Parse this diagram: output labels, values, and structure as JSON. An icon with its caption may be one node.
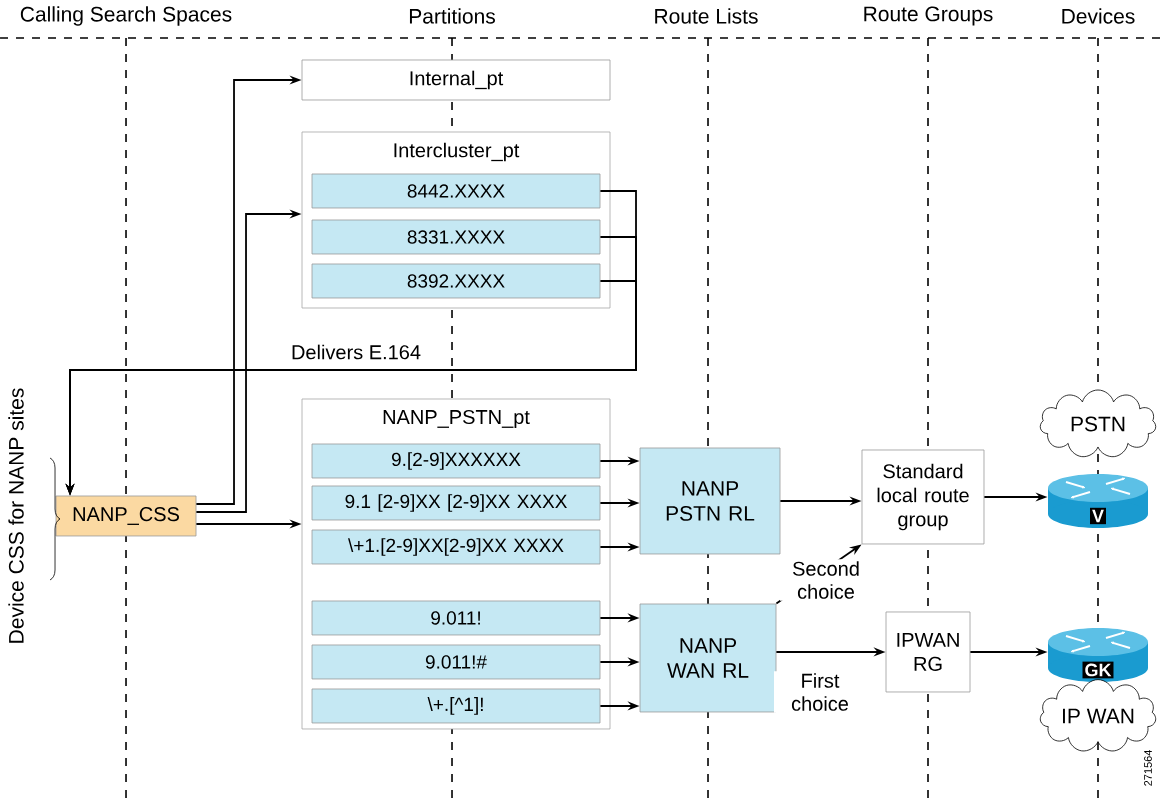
{
  "diagram": {
    "nodes": [
      {
        "text": [
          "NANP_CSS"
        ]
      },
      {
        "text": [
          "Internal_pt"
        ]
      },
      {
        "text": [
          "Intercluster_pt"
        ]
      },
      {
        "text": [
          "8442.XXXX"
        ],
        "in": 2
      },
      {
        "text": [
          "8331.XXXX"
        ],
        "in": 2
      },
      {
        "text": [
          "8392.XXXX"
        ],
        "in": 2
      },
      {
        "text": [
          "NANP_PSTN_pt"
        ]
      },
      {
        "text": [
          "9.[2-9]XXXXXX"
        ],
        "in": 6
      },
      {
        "text": [
          "9.1 [2-9]XX [2-9]XX XXXX"
        ],
        "in": 6
      },
      {
        "text": [
          "\\+1.[2-9]XX[2-9]XX XXXX"
        ],
        "in": 6
      },
      {
        "text": [
          "9.011!"
        ],
        "in": 6
      },
      {
        "text": [
          "9.011!#"
        ],
        "in": 6
      },
      {
        "text": [
          "\\+.[^1]!"
        ],
        "in": 6
      },
      {
        "text": [
          "NANP PSTN RL"
        ]
      },
      {
        "text": [
          "NANP WAN RL"
        ]
      },
      {
        "text": [
          "Standard local route group"
        ]
      },
      {
        "text": [
          "IPWAN RG"
        ]
      },
      {
        "text": [
          "PSTN"
        ]
      },
      {
        "text": [
          "V"
        ]
      },
      {
        "text": [
          "GK"
        ]
      },
      {
        "text": [
          "IP WAN"
        ]
      }
    ],
    "edges": [
      {
        "from": 0,
        "to": 1,
        "arrow": "to"
      },
      {
        "from": 0,
        "to": 2,
        "arrow": "to"
      },
      {
        "from": 0,
        "to": 6,
        "arrow": "to"
      },
      {
        "from": 3,
        "to": 0,
        "arrow": "to",
        "label": "Delivers E.164"
      },
      {
        "from": 4,
        "to": 0,
        "arrow": "to"
      },
      {
        "from": 5,
        "to": 0,
        "arrow": "to"
      },
      {
        "from": 7,
        "to": 13,
        "arrow": "to"
      },
      {
        "from": 8,
        "to": 13,
        "arrow": "to"
      },
      {
        "from": 9,
        "to": 13,
        "arrow": "to"
      },
      {
        "from": 10,
        "to": 14,
        "arrow": "to"
      },
      {
        "from": 11,
        "to": 14,
        "arrow": "to"
      },
      {
        "from": 12,
        "to": 14,
        "arrow": "to"
      },
      {
        "from": 13,
        "to": 15,
        "arrow": "to"
      },
      {
        "from": 14,
        "to": 15,
        "arrow": "to",
        "label": "Second choice"
      },
      {
        "from": 14,
        "to": 16,
        "arrow": "to",
        "label": "First choice"
      },
      {
        "from": 15,
        "to": 18,
        "arrow": "to"
      },
      {
        "from": 16,
        "to": 19,
        "arrow": "to"
      }
    ],
    "labels": [
      "Calling Search Spaces",
      "Partitions",
      "Route Lists",
      "Route Groups",
      "Devices",
      "Device CSS for NANP sites",
      "271564"
    ]
  }
}
